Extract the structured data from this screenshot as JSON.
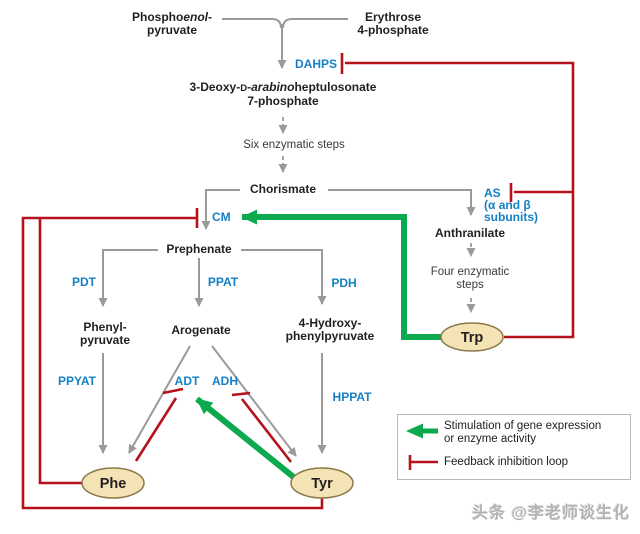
{
  "colors": {
    "enzyme_blue": "#1580c4",
    "inhibition_red": "#b5121b",
    "stimulation_green": "#0ca94f",
    "line_gray": "#9a9a9a",
    "oval_fill": "#f4e3b4",
    "oval_border": "#8a7a4a"
  },
  "nodes": {
    "pep": {
      "prefix": "Phospho",
      "italic": "enol",
      "suffix": "-",
      "line2": "pyruvate"
    },
    "e4p": {
      "line1": "Erythrose",
      "line2": "4-phosphate"
    },
    "dahp": {
      "p1": "3-Deoxy-",
      "smallcap": "D",
      "p2": "-",
      "italic": "arabino",
      "p3": "heptulosonate",
      "line2": "7-phosphate"
    },
    "six_steps": "Six enzymatic steps",
    "chorismate": "Chorismate",
    "anthranilate": "Anthranilate",
    "four_steps": {
      "line1": "Four enzymatic",
      "line2": "steps"
    },
    "prephenate": "Prephenate",
    "phenylpyruvate": {
      "line1": "Phenyl-",
      "line2": "pyruvate"
    },
    "arogenate": "Arogenate",
    "hpp": {
      "line1": "4-Hydroxy-",
      "line2": "phenylpyruvate"
    }
  },
  "enzymes": {
    "dahps": "DAHPS",
    "cm": "CM",
    "as_line1": "AS",
    "as_line2": "(α and β",
    "as_line3": "subunits)",
    "pdt": "PDT",
    "ppat": "PPAT",
    "pdh": "PDH",
    "ppyat": "PPYAT",
    "adt": "ADT",
    "adh": "ADH",
    "hppat": "HPPAT"
  },
  "products": {
    "phe": "Phe",
    "tyr": "Tyr",
    "trp": "Trp"
  },
  "legend": {
    "stimulation_line1": "Stimulation of gene expression",
    "stimulation_line2": "or enzyme activity",
    "feedback": "Feedback inhibition loop"
  },
  "watermark": "头条 @李老师谈生化"
}
